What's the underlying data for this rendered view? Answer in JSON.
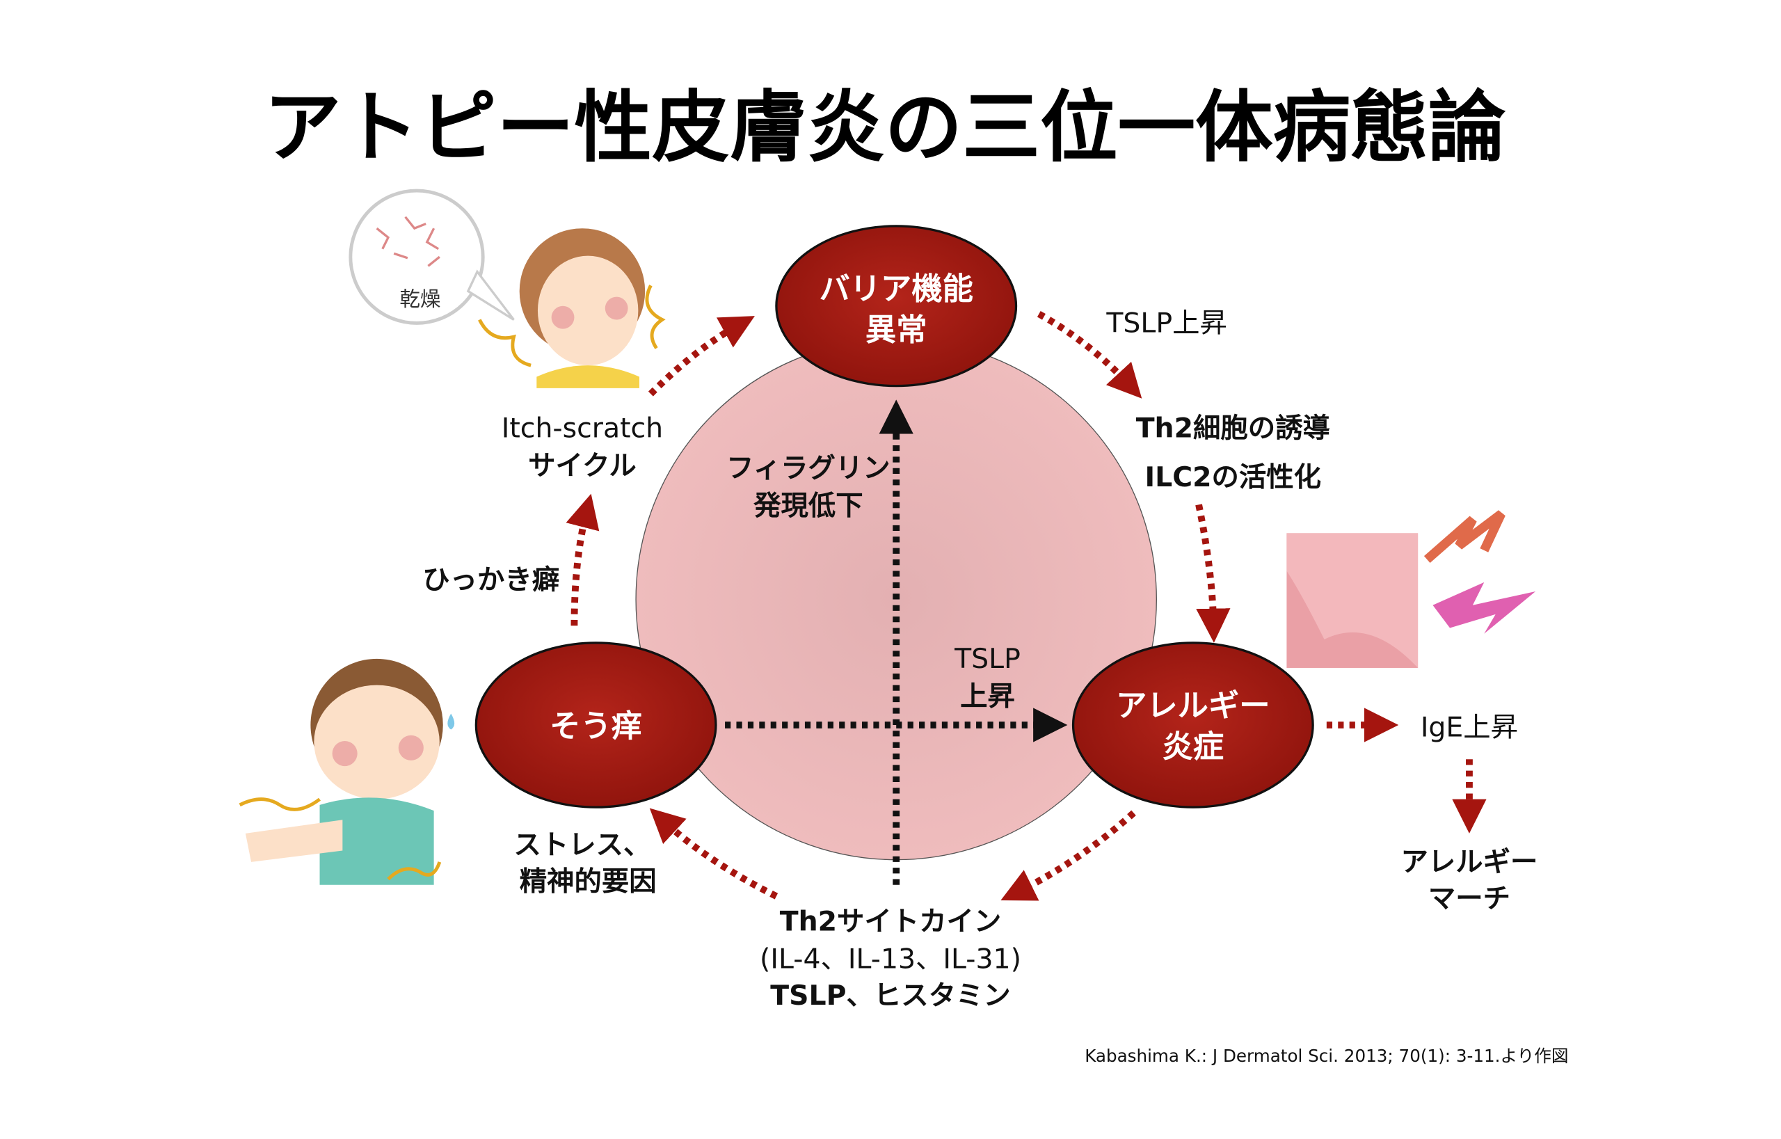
{
  "title": "アトピー性皮膚炎の三位一体病態論",
  "nodes": {
    "barrier": [
      "バリア機能",
      "異常"
    ],
    "itch": "そう痒",
    "allergy": [
      "アレルギー",
      "炎症"
    ]
  },
  "labels": {
    "filaggrin": [
      "フィラグリン",
      "発現低下"
    ],
    "tslp_center": [
      "TSLP",
      "上昇"
    ],
    "tslp_top": "TSLP上昇",
    "th2_induction": "Th2細胞の誘導",
    "ilc2": "ILC2の活性化",
    "itch_scratch": [
      "Itch-scratch",
      "サイクル"
    ],
    "scratch_habit": "ひっかき癖",
    "stress": [
      "ストレス、",
      "精神的要因"
    ],
    "cytokines": [
      "Th2サイトカイン",
      "(IL-4、IL-13、IL-31)",
      "TSLP、ヒスタミン"
    ],
    "ige": "IgE上昇",
    "allergic_march": [
      "アレルギー",
      "マーチ"
    ],
    "dry_bubble": "乾燥"
  },
  "citation": "Kabashima K.: J Dermatol Sci. 2013; 70(1): 3-11.より作図",
  "colors": {
    "node": "#a51c12",
    "circle": "#ecb7b9",
    "arrow_red": "#a5150f",
    "arrow_black": "#111111"
  }
}
